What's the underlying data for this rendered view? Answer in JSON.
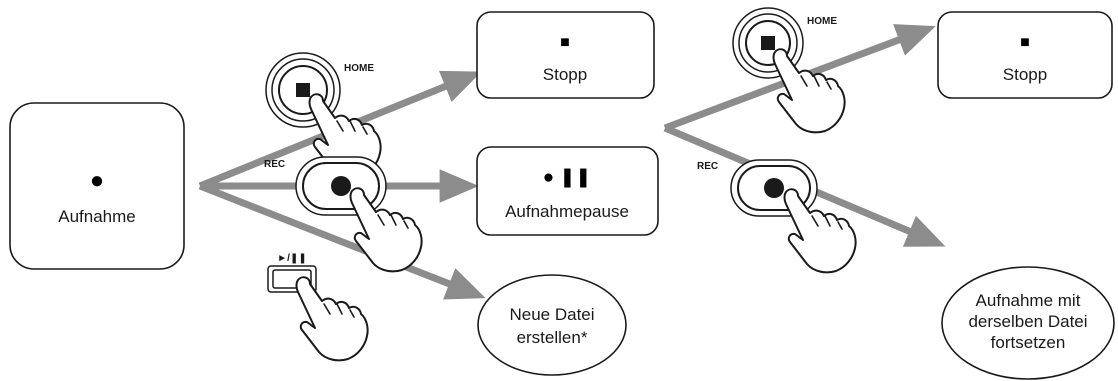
{
  "nodes": {
    "recording": {
      "symbol": "●",
      "label": "Aufnahme"
    },
    "stop_1": {
      "symbol": "■",
      "label": "Stopp"
    },
    "rec_pause": {
      "symbol": "● ❚❚",
      "label": "Aufnahmepause"
    },
    "new_file": {
      "line1": "Neue Datei",
      "line2": "erstellen*"
    },
    "stop_2": {
      "symbol": "■",
      "label": "Stopp"
    },
    "continue_same_file": {
      "line1": "Aufnahme mit",
      "line2": "derselben Datei",
      "line3": "fortsetzen"
    }
  },
  "buttons": {
    "home_1": {
      "label": "HOME"
    },
    "rec_1": {
      "label": "REC"
    },
    "play_pause": {
      "label": "►/❚❚"
    },
    "home_2": {
      "label": "HOME"
    },
    "rec_2": {
      "label": "REC"
    }
  },
  "colors": {
    "arrow": "#8c8c8c",
    "outline": "#1a1a1a"
  }
}
